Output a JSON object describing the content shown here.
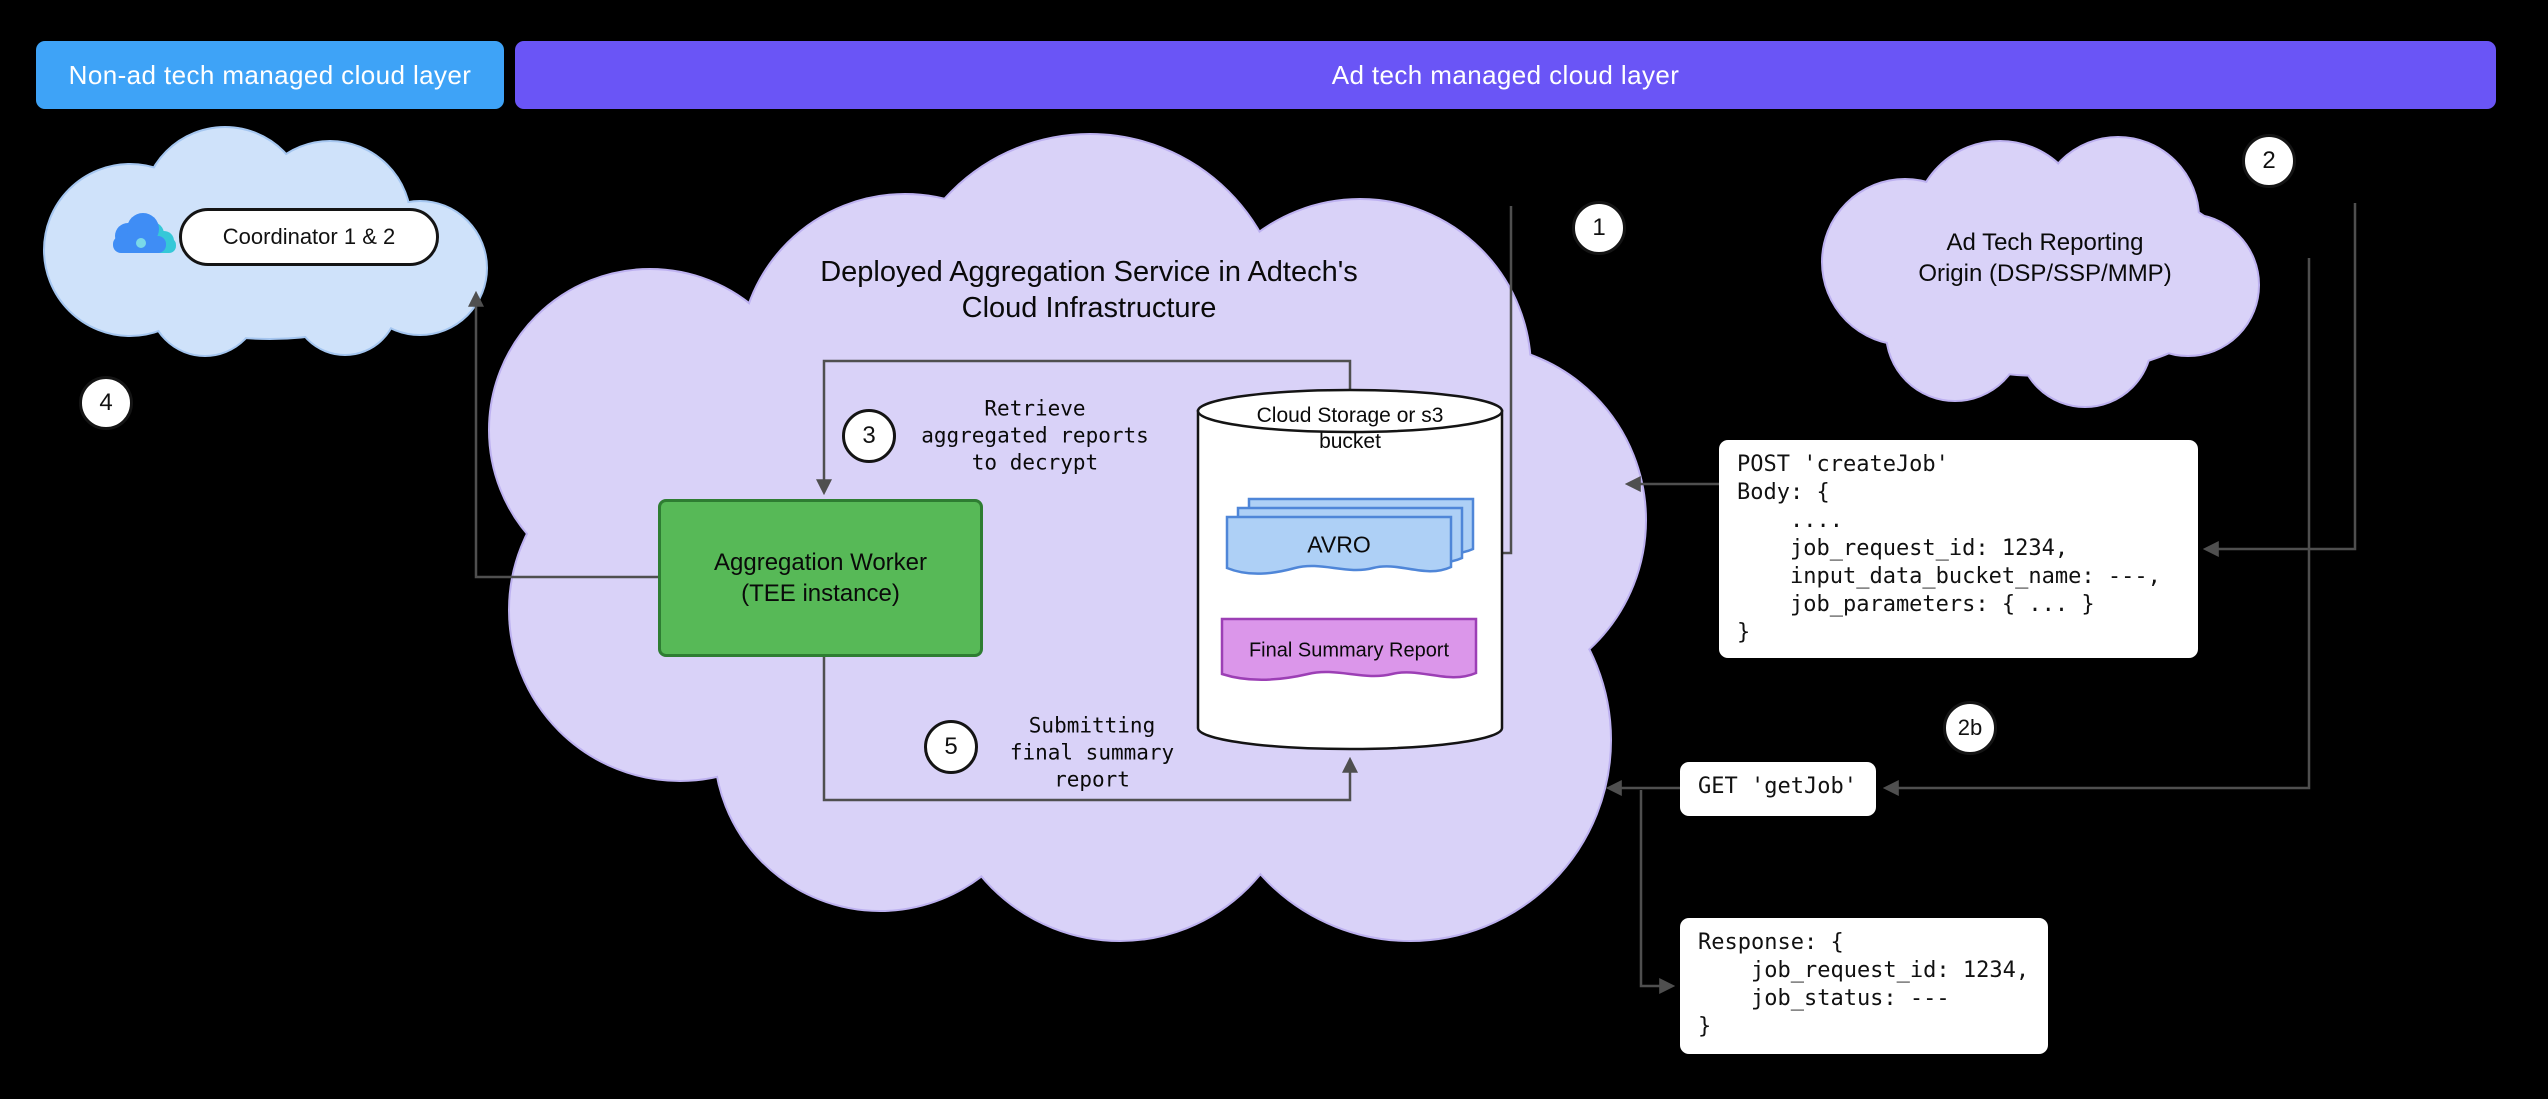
{
  "banners": {
    "non_ad_tech_label": "Non-ad tech managed cloud layer",
    "ad_tech_label": "Ad tech managed cloud layer"
  },
  "left_cloud": {
    "coordinator_label": "Coordinator 1 & 2"
  },
  "center_cloud": {
    "title": "Deployed Aggregation Service in Adtech's\nCloud Infrastructure",
    "worker_label": "Aggregation Worker\n(TEE instance)",
    "storage_label": "Cloud Storage or s3\nbucket",
    "avro_label": "AVRO",
    "final_report_label": "Final Summary Report"
  },
  "right_cloud": {
    "title": "Ad Tech Reporting\nOrigin (DSP/SSP/MMP)"
  },
  "steps": {
    "s1": "1",
    "s2": "2",
    "s2b": "2b",
    "s3": "3",
    "s4": "4",
    "s5": "5",
    "s3_text": "Retrieve\naggregated reports\nto decrypt",
    "s5_text": "Submitting\nfinal summary\nreport"
  },
  "api_boxes": {
    "create_job": "POST 'createJob'\nBody: {\n    ....\n    job_request_id: 1234,\n    input_data_bucket_name: ---,\n    job_parameters: { ... }\n}",
    "get_job": "GET 'getJob'",
    "response": "Response: {\n    job_request_id: 1234,\n    job_status: ---\n}"
  },
  "colors": {
    "background": "#000000",
    "non_ad_tech_banner": "#3EA3F7",
    "ad_tech_banner": "#6A55F6",
    "lavender_cloud": "#D9D2F8",
    "blue_cloud": "#CFE2FA",
    "worker_green": "#57B957",
    "avro_blue": "#AED0F6",
    "report_orchid": "#DB96EA",
    "arrow_gray": "#4F4F4F"
  }
}
